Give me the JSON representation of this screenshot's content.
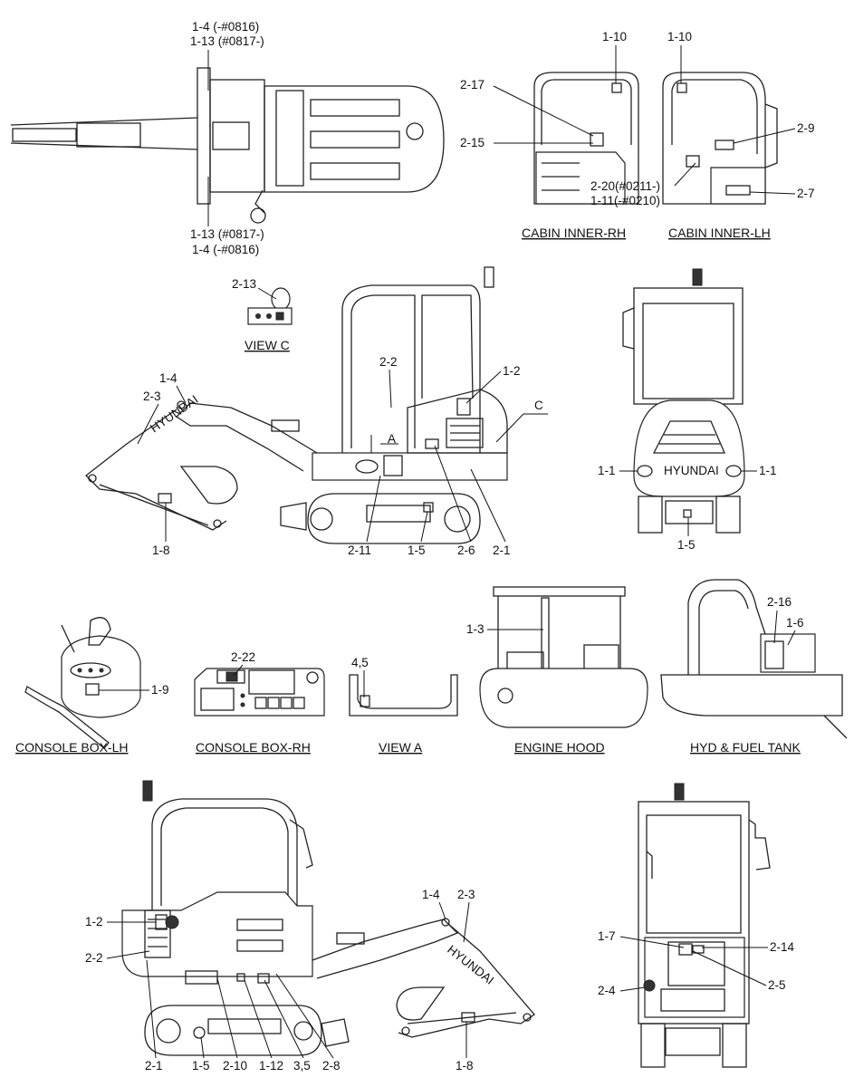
{
  "captions": {
    "cabin_inner_rh": "CABIN INNER-RH",
    "cabin_inner_lh": "CABIN INNER-LH",
    "view_c": "VIEW C",
    "console_box_lh": "CONSOLE BOX-LH",
    "console_box_rh": "CONSOLE BOX-RH",
    "view_a": "VIEW A",
    "engine_hood": "ENGINE HOOD",
    "hyd_fuel_tank": "HYD & FUEL TANK"
  },
  "brand": "HYUNDAI",
  "view_markers": {
    "a": "A",
    "c": "C"
  },
  "callouts": {
    "top_a": "1-4 (-#0816)",
    "top_b": "1-13 (#0817-)",
    "top_c": "1-13 (#0817-)",
    "top_d": "1-4 (-#0816)",
    "rh_110": "1-10",
    "rh_217": "2-17",
    "rh_215": "2-15",
    "lh_110": "1-10",
    "lh_29": "2-9",
    "lh_220": "2-20(#0211-)",
    "lh_111": "1-11(-#0210)",
    "lh_27": "2-7",
    "vc_213": "2-13",
    "s_22": "2-2",
    "s_12": "1-2",
    "s_14": "1-4",
    "s_23": "2-3",
    "s_18": "1-8",
    "s_211": "2-11",
    "s_15": "1-5",
    "s_26": "2-6",
    "s_21": "2-1",
    "r_11a": "1-1",
    "r_11b": "1-1",
    "r_15": "1-5",
    "c_19": "1-9",
    "c_222": "2-22",
    "va_45": "4,5",
    "eh_13": "1-3",
    "ht_216": "2-16",
    "ht_16": "1-6",
    "b_12": "1-2",
    "b_22": "2-2",
    "b_14": "1-4",
    "b_23": "2-3",
    "b_21": "2-1",
    "b_15": "1-5",
    "b_210": "2-10",
    "b_112": "1-12",
    "b_35": "3,5",
    "b_28": "2-8",
    "b_18": "1-8",
    "f_17": "1-7",
    "f_214": "2-14",
    "f_24": "2-4",
    "f_25": "2-5"
  }
}
